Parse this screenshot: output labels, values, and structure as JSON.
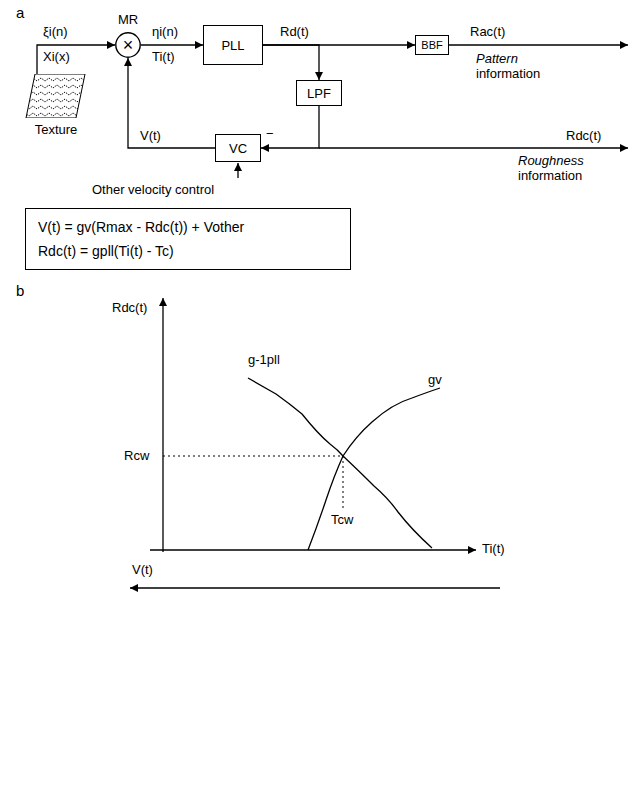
{
  "diagram": {
    "nodes": [
      {
        "text": [
          "Texture"
        ]
      },
      {
        "text": [
          "MR",
          "×"
        ]
      },
      {
        "text": [
          "PLL"
        ]
      },
      {
        "text": [
          "BBF"
        ]
      },
      {
        "text": [
          "LPF"
        ]
      },
      {
        "text": [
          "VC"
        ]
      },
      {
        "text": [
          "V(t) = gv(Rmax - Rdc(t)) + Vother",
          "Rdc(t) = gpll(Ti(t) - Tc)"
        ]
      }
    ],
    "edges": [
      {
        "from": 0,
        "to": 1,
        "arrow": "to"
      },
      {
        "from": 1,
        "to": 2,
        "arrow": "to"
      },
      {
        "from": 2,
        "to": 3,
        "arrow": "to"
      },
      {
        "from": 2,
        "to": 4,
        "arrow": "to"
      },
      {
        "from": 4,
        "to": 5,
        "arrow": "to"
      },
      {
        "from": 5,
        "to": 1,
        "arrow": "to"
      }
    ],
    "labels": [
      "a",
      "ξi(n)",
      "Xi(x)",
      "ηi(n)",
      "Ti(t)",
      "Rd(t)",
      "Rac(t)",
      "Pattern information",
      "V(t)",
      "−",
      "Rdc(t)",
      "Roughness information",
      "Other velocity control",
      "b",
      "Rdc(t)",
      "Ti(t)",
      "V(t)",
      "Rcw",
      "Tcw",
      "g-1pll",
      "gv"
    ]
  }
}
